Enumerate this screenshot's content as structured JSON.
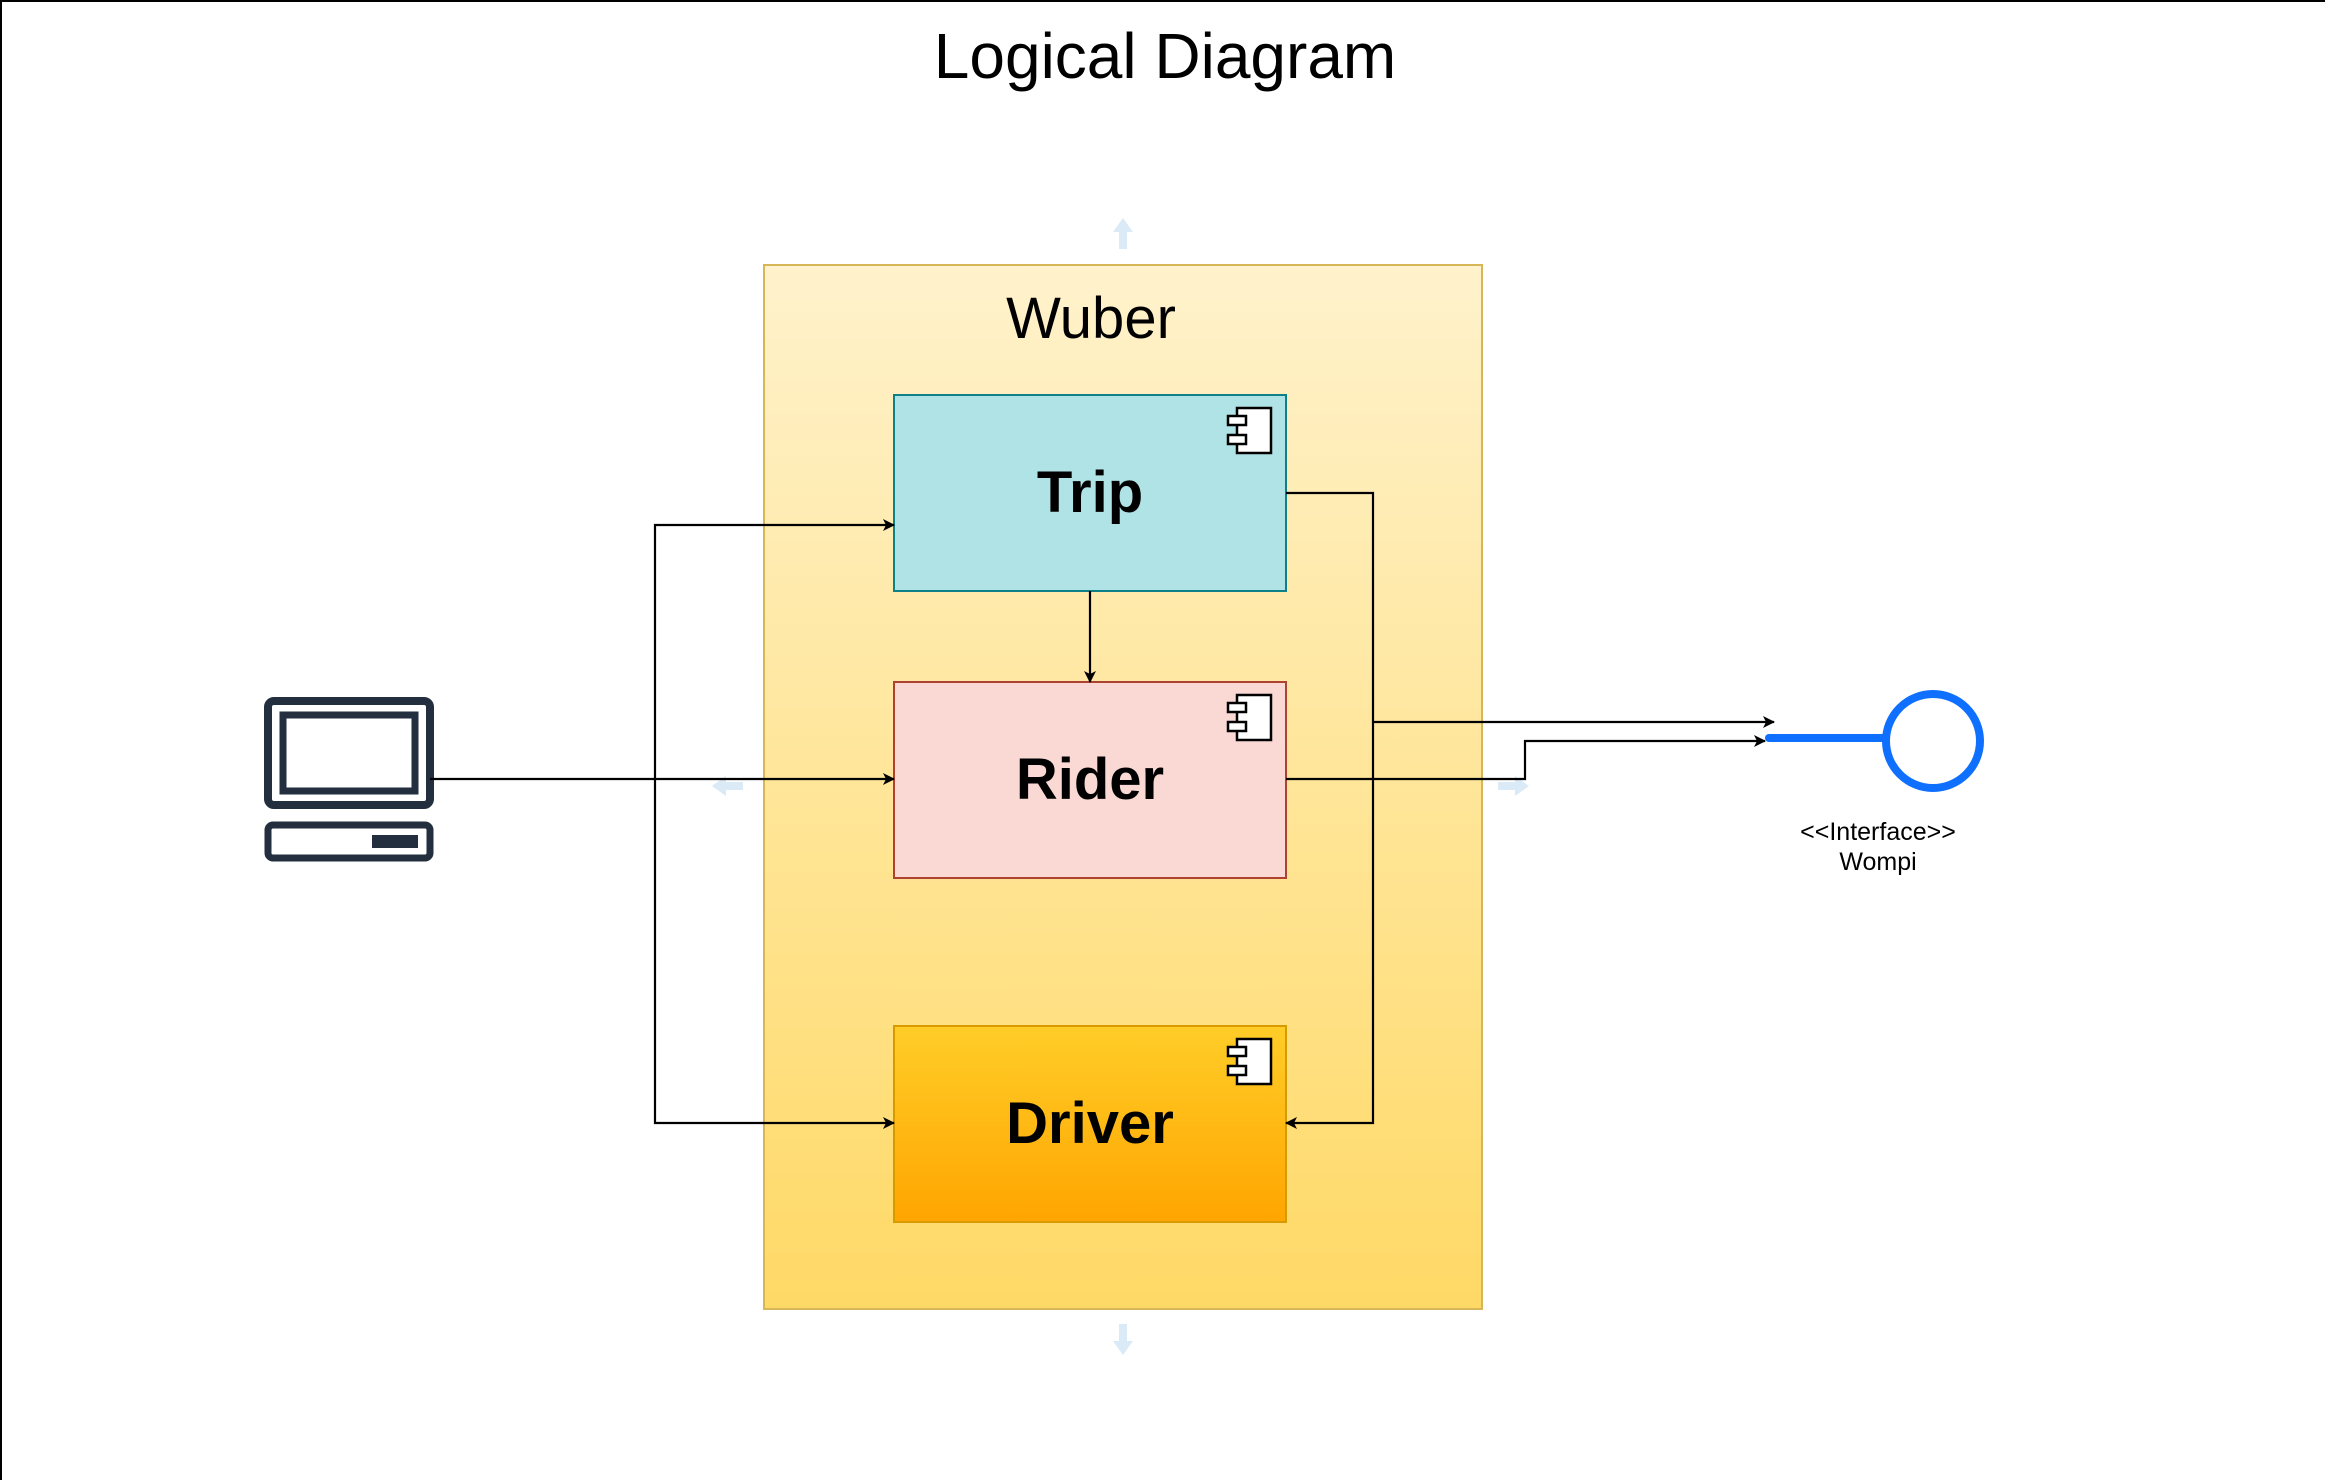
{
  "title": "Logical Diagram",
  "container": {
    "label": "Wuber",
    "fill_top": "#fff2cc",
    "fill_bottom": "#ffd966",
    "stroke": "#d6b656"
  },
  "components": [
    {
      "id": "trip",
      "label": "Trip",
      "fill": "#b0e3e6",
      "stroke": "#0e8088"
    },
    {
      "id": "rider",
      "label": "Rider",
      "fill": "#fad9d5",
      "stroke": "#ae4132"
    },
    {
      "id": "driver",
      "label": "Driver",
      "fill_top": "#ffcd28",
      "fill_bottom": "#ffa500",
      "stroke": "#d79b00"
    }
  ],
  "client": {
    "icon": "computer-icon",
    "color": "#232f3e"
  },
  "interface": {
    "stereotype": "<<Interface>>",
    "name": "Wompi",
    "color": "#0f6fff",
    "icon": "lollipop-interface-icon"
  },
  "component_icon": "uml-component-icon"
}
